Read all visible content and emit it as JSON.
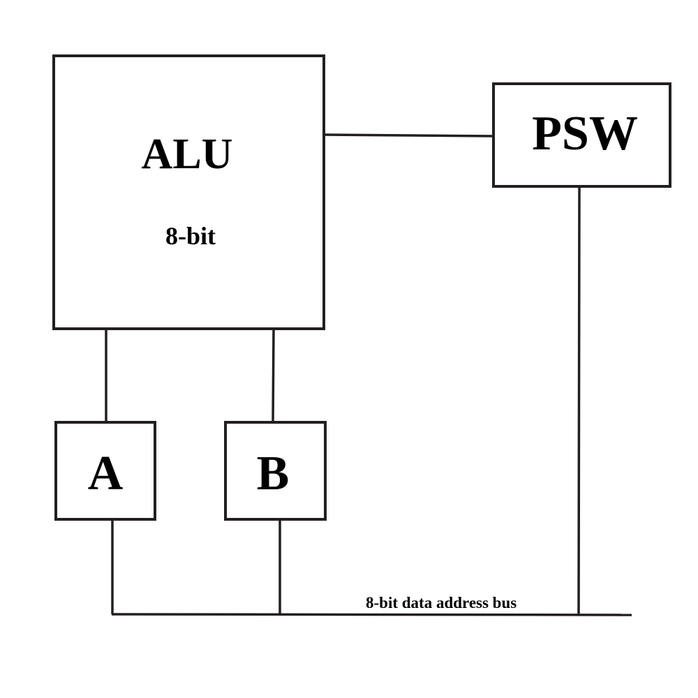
{
  "diagram": {
    "blocks": {
      "alu": {
        "title": "ALU",
        "subtitle": "8-bit"
      },
      "psw": {
        "title": "PSW"
      },
      "reg_a": {
        "title": "A"
      },
      "reg_b": {
        "title": "B"
      }
    },
    "bus": {
      "label": "8-bit data address bus"
    },
    "connections": [
      {
        "from": "ALU",
        "to": "PSW"
      },
      {
        "from": "ALU",
        "to": "A"
      },
      {
        "from": "ALU",
        "to": "B"
      },
      {
        "from": "A",
        "to": "8-bit data address bus"
      },
      {
        "from": "B",
        "to": "8-bit data address bus"
      },
      {
        "from": "PSW",
        "to": "8-bit data address bus"
      }
    ],
    "colors": {
      "stroke": "#231f20",
      "text": "#000000",
      "background": "#ffffff"
    }
  }
}
